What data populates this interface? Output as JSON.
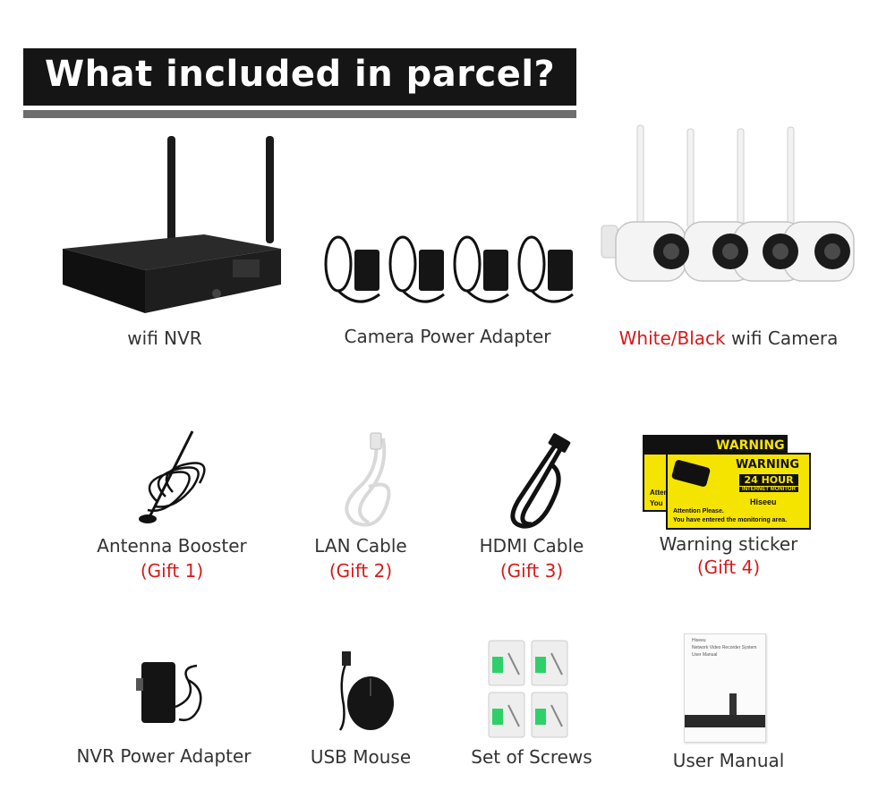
{
  "header": {
    "title": "What included in parcel?"
  },
  "items": {
    "nvr": {
      "label": "wifi NVR"
    },
    "camera_adapter": {
      "label": "Camera Power Adapter"
    },
    "camera": {
      "label_color": "White/Black",
      "label_rest": " wifi Camera"
    },
    "antenna": {
      "label": "Antenna Booster",
      "gift": "(Gift 1)"
    },
    "lan": {
      "label": "LAN Cable",
      "gift": "(Gift 2)"
    },
    "hdmi": {
      "label": "HDMI Cable",
      "gift": "(Gift 3)"
    },
    "sticker": {
      "label": "Warning sticker",
      "gift": "(Gift 4)",
      "sticker_title": "WARNING",
      "sticker_sub": "24 HOUR",
      "sticker_sub2": "INTERNET MONITOR",
      "sticker_brand": "Hiseeu",
      "sticker_line1": "Attention Please.",
      "sticker_line2": "You have entered the monitoring area.",
      "back_text1": "Atten",
      "back_text2": "You"
    },
    "nvr_adapter": {
      "label": "NVR Power Adapter"
    },
    "mouse": {
      "label": "USB Mouse"
    },
    "screws": {
      "label": "Set of Screws"
    },
    "manual": {
      "label": "User Manual",
      "cover_line1": "Hiseeu",
      "cover_line2": "Network Video Recorder System",
      "cover_line3": "User Manual"
    }
  },
  "colors": {
    "accent_red": "#d71a1a",
    "sticker_yellow": "#f5e400",
    "banner_bg": "#151515",
    "banner_underline": "#6e6e6e"
  }
}
